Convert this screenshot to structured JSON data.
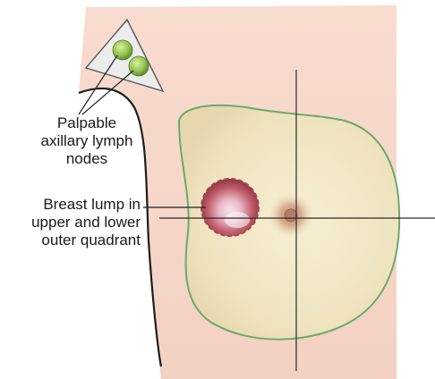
{
  "annotations": {
    "axillary": {
      "lines": [
        "Palpable",
        "axillary lymph",
        "nodes"
      ]
    },
    "lump": {
      "lines": [
        "Breast lump in",
        "upper and lower",
        "outer quadrant"
      ]
    }
  },
  "colors": {
    "skin": "#f6d6c9",
    "breast_fill": "#f3e9c6",
    "breast_outline": "#6aaa6a",
    "node_green": "#8cc04a",
    "triangle_fill": "#ececec",
    "lump_red": "#a5444a",
    "areola": "#d3a58b",
    "lines": "#2a2a2a"
  }
}
